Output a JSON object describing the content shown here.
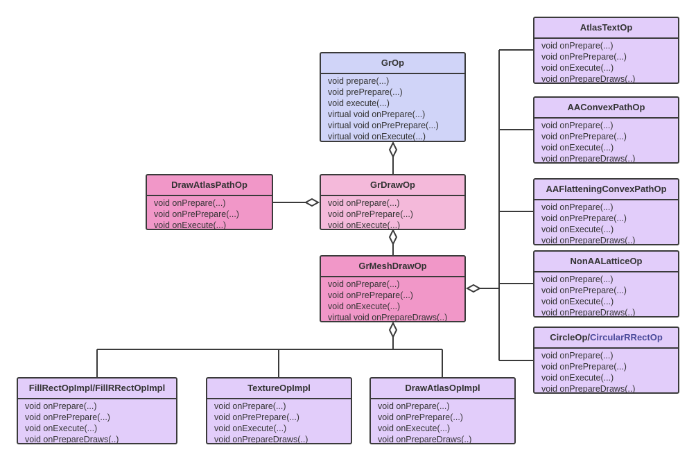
{
  "colors": {
    "line": "#3a3a3a",
    "gr_op": "#d0d4f8",
    "gr_draw_op": "#f4b9da",
    "pink_dark": "#f197c8",
    "purple": "#e2cdfa"
  },
  "classes": {
    "gr_op": {
      "name": "GrOp",
      "methods": [
        "void prepare(...)",
        "void prePrepare(...)",
        "void execute(...)",
        "virtual void onPrepare(...)",
        "virtual void onPrePrepare(...)",
        "virtual void onExecute(...)"
      ]
    },
    "gr_draw_op": {
      "name": "GrDrawOp",
      "methods": [
        "void onPrepare(...)",
        "void onPrePrepare(...)",
        "void onExecute(...)"
      ]
    },
    "draw_atlas_path_op": {
      "name": "DrawAtlasPathOp",
      "methods": [
        "void onPrepare(...)",
        "void onPrePrepare(...)",
        "void onExecute(...)"
      ]
    },
    "gr_mesh_draw_op": {
      "name": "GrMeshDrawOp",
      "methods": [
        "void onPrepare(...)",
        "void onPrePrepare(...)",
        "void onExecute(...)",
        "virtual void onPrepareDraws(..)"
      ]
    },
    "atlas_text_op": {
      "name": "AtlasTextOp",
      "methods": [
        "void onPrepare(...)",
        "void onPrePrepare(...)",
        "void onExecute(...)",
        "void onPrepareDraws(..)"
      ]
    },
    "aa_convex_path_op": {
      "name": "AAConvexPathOp",
      "methods": [
        "void onPrepare(...)",
        "void onPrePrepare(...)",
        "void onExecute(...)",
        "void onPrepareDraws(..)"
      ]
    },
    "aa_flattening_convex_path_op": {
      "name": "AAFlatteningConvexPathOp",
      "methods": [
        "void onPrepare(...)",
        "void onPrePrepare(...)",
        "void onExecute(...)",
        "void onPrepareDraws(..)"
      ]
    },
    "non_aa_lattice_op": {
      "name": "NonAALatticeOp",
      "methods": [
        "void onPrepare(...)",
        "void onPrePrepare(...)",
        "void onExecute(...)",
        "void onPrepareDraws(..)"
      ]
    },
    "circle_op": {
      "name_a": "CircleOp",
      "separator": "/",
      "name_b": "CircularRRectOp",
      "methods": [
        "void onPrepare(...)",
        "void onPrePrepare(...)",
        "void onExecute(...)",
        "void onPrepareDraws(..)"
      ]
    },
    "fill_rect_op_impl": {
      "name": "FillRectOpImpl/FillRRectOpImpl",
      "methods": [
        "void onPrepare(...)",
        "void onPrePrepare(...)",
        "void onExecute(...)",
        "void onPrepareDraws(..)"
      ]
    },
    "texture_op_impl": {
      "name": "TextureOpImpl",
      "methods": [
        "void onPrepare(...)",
        "void onPrePrepare(...)",
        "void onExecute(...)",
        "void onPrepareDraws(..)"
      ]
    },
    "draw_atlas_op_impl": {
      "name": "DrawAtlasOpImpl",
      "methods": [
        "void onPrepare(...)",
        "void onPrePrepare(...)",
        "void onExecute(...)",
        "void onPrepareDraws(..)"
      ]
    }
  }
}
